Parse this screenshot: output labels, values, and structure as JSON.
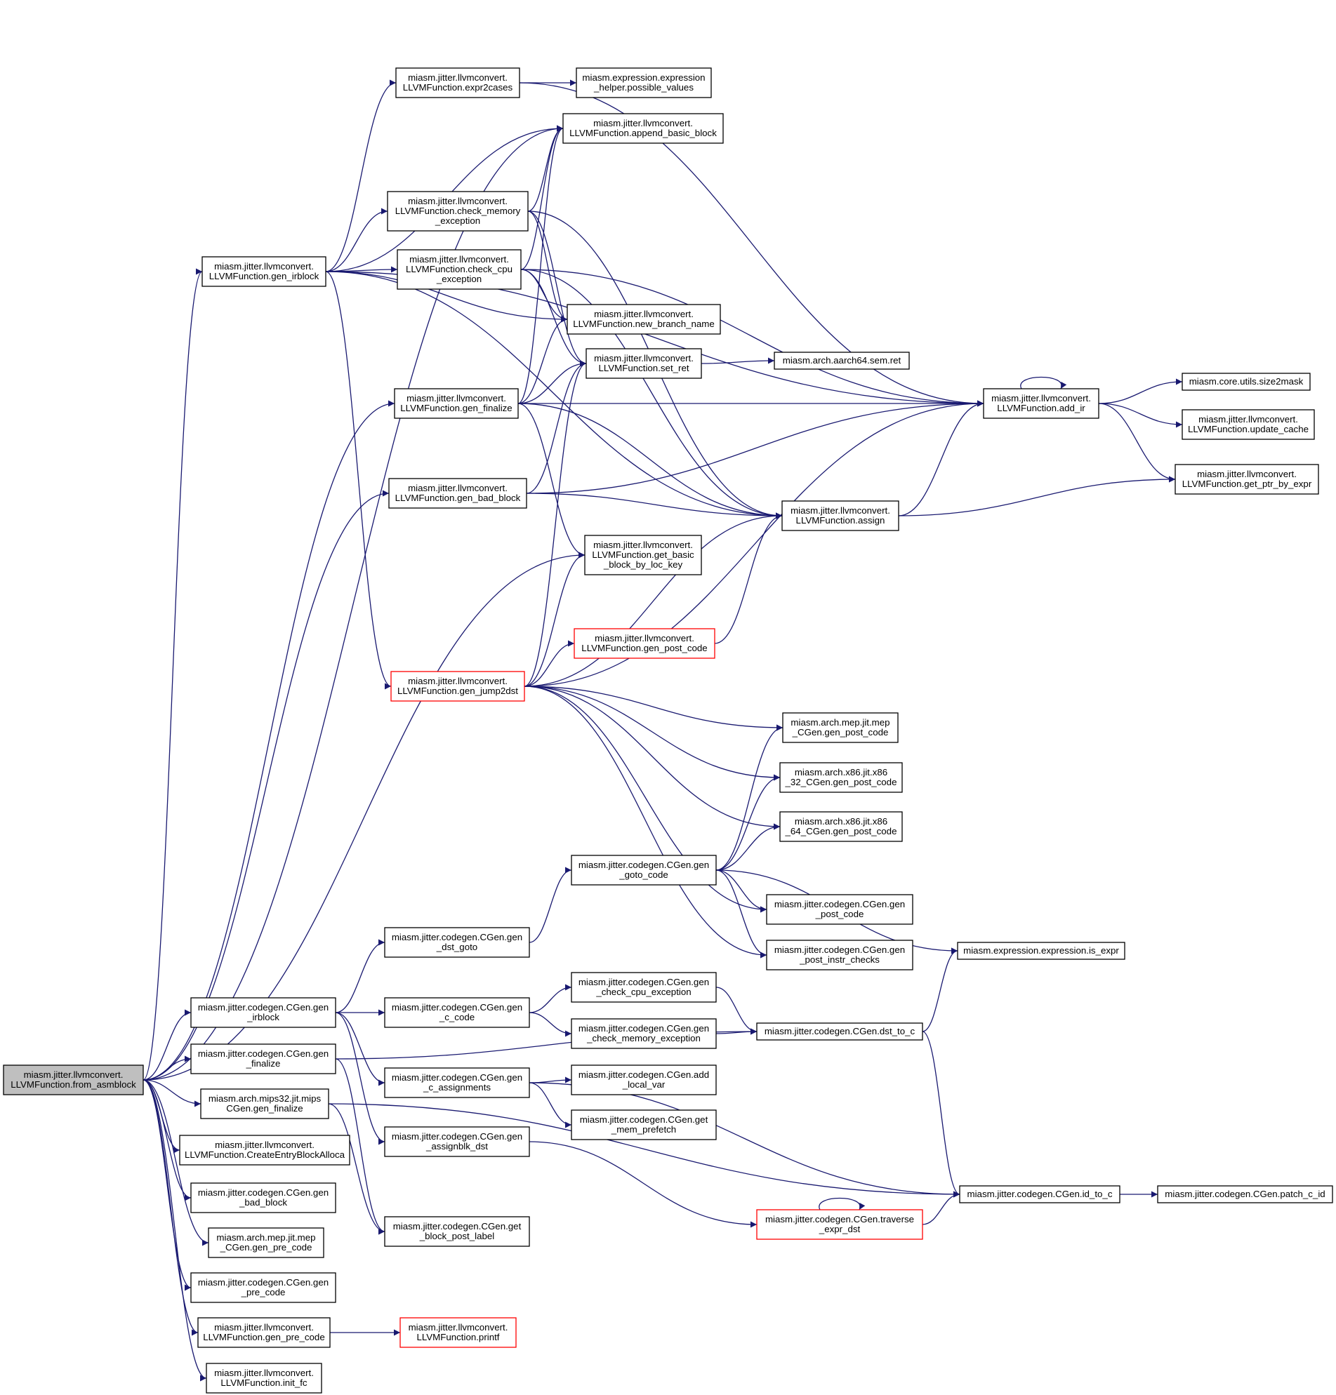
{
  "diagram": {
    "edge_color": "#191970",
    "highlight_color": "#ff0000",
    "root_fill": "#bfbfbf",
    "nodes": [
      {
        "id": "from_asmblock",
        "lines": [
          "miasm.jitter.llvmconvert.",
          "LLVMFunction.from_asmblock"
        ],
        "style": "root"
      },
      {
        "id": "gen_irblock_llvm",
        "lines": [
          "miasm.jitter.llvmconvert.",
          "LLVMFunction.gen_irblock"
        ]
      },
      {
        "id": "expr2cases",
        "lines": [
          "miasm.jitter.llvmconvert.",
          "LLVMFunction.expr2cases"
        ]
      },
      {
        "id": "possible_values",
        "lines": [
          "miasm.expression.expression",
          "_helper.possible_values"
        ]
      },
      {
        "id": "append_basic_block",
        "lines": [
          "miasm.jitter.llvmconvert.",
          "LLVMFunction.append_basic_block"
        ]
      },
      {
        "id": "check_memory_exception_llvm",
        "lines": [
          "miasm.jitter.llvmconvert.",
          "LLVMFunction.check_memory",
          "_exception"
        ]
      },
      {
        "id": "check_cpu_exception_llvm",
        "lines": [
          "miasm.jitter.llvmconvert.",
          "LLVMFunction.check_cpu",
          "_exception"
        ]
      },
      {
        "id": "new_branch_name",
        "lines": [
          "miasm.jitter.llvmconvert.",
          "LLVMFunction.new_branch_name"
        ]
      },
      {
        "id": "set_ret",
        "lines": [
          "miasm.jitter.llvmconvert.",
          "LLVMFunction.set_ret"
        ]
      },
      {
        "id": "aarch64_ret",
        "lines": [
          "miasm.arch.aarch64.sem.ret"
        ]
      },
      {
        "id": "gen_finalize_llvm",
        "lines": [
          "miasm.jitter.llvmconvert.",
          "LLVMFunction.gen_finalize"
        ]
      },
      {
        "id": "add_ir",
        "lines": [
          "miasm.jitter.llvmconvert.",
          "LLVMFunction.add_ir"
        ]
      },
      {
        "id": "size2mask",
        "lines": [
          "miasm.core.utils.size2mask"
        ]
      },
      {
        "id": "update_cache",
        "lines": [
          "miasm.jitter.llvmconvert.",
          "LLVMFunction.update_cache"
        ]
      },
      {
        "id": "get_ptr_by_expr",
        "lines": [
          "miasm.jitter.llvmconvert.",
          "LLVMFunction.get_ptr_by_expr"
        ]
      },
      {
        "id": "gen_bad_block_llvm",
        "lines": [
          "miasm.jitter.llvmconvert.",
          "LLVMFunction.gen_bad_block"
        ]
      },
      {
        "id": "assign",
        "lines": [
          "miasm.jitter.llvmconvert.",
          "LLVMFunction.assign"
        ]
      },
      {
        "id": "get_basic_block_by_loc_key",
        "lines": [
          "miasm.jitter.llvmconvert.",
          "LLVMFunction.get_basic",
          "_block_by_loc_key"
        ]
      },
      {
        "id": "gen_post_code_llvm",
        "lines": [
          "miasm.jitter.llvmconvert.",
          "LLVMFunction.gen_post_code"
        ],
        "style": "red"
      },
      {
        "id": "gen_jump2dst",
        "lines": [
          "miasm.jitter.llvmconvert.",
          "LLVMFunction.gen_jump2dst"
        ],
        "style": "red"
      },
      {
        "id": "mep_gen_post_code",
        "lines": [
          "miasm.arch.mep.jit.mep",
          "_CGen.gen_post_code"
        ]
      },
      {
        "id": "x86_32_gen_post_code",
        "lines": [
          "miasm.arch.x86.jit.x86",
          "_32_CGen.gen_post_code"
        ]
      },
      {
        "id": "x86_64_gen_post_code",
        "lines": [
          "miasm.arch.x86.jit.x86",
          "_64_CGen.gen_post_code"
        ]
      },
      {
        "id": "gen_goto_code",
        "lines": [
          "miasm.jitter.codegen.CGen.gen",
          "_goto_code"
        ]
      },
      {
        "id": "cgen_gen_post_code",
        "lines": [
          "miasm.jitter.codegen.CGen.gen",
          "_post_code"
        ]
      },
      {
        "id": "gen_post_instr_checks",
        "lines": [
          "miasm.jitter.codegen.CGen.gen",
          "_post_instr_checks"
        ]
      },
      {
        "id": "is_expr",
        "lines": [
          "miasm.expression.expression.is_expr"
        ]
      },
      {
        "id": "gen_dst_goto",
        "lines": [
          "miasm.jitter.codegen.CGen.gen",
          "_dst_goto"
        ]
      },
      {
        "id": "cgen_gen_irblock",
        "lines": [
          "miasm.jitter.codegen.CGen.gen",
          "_irblock"
        ]
      },
      {
        "id": "gen_c_code",
        "lines": [
          "miasm.jitter.codegen.CGen.gen",
          "_c_code"
        ]
      },
      {
        "id": "gen_check_cpu_exception",
        "lines": [
          "miasm.jitter.codegen.CGen.gen",
          "_check_cpu_exception"
        ]
      },
      {
        "id": "gen_check_memory_exception",
        "lines": [
          "miasm.jitter.codegen.CGen.gen",
          "_check_memory_exception"
        ]
      },
      {
        "id": "dst_to_c",
        "lines": [
          "miasm.jitter.codegen.CGen.dst_to_c"
        ]
      },
      {
        "id": "cgen_gen_finalize",
        "lines": [
          "miasm.jitter.codegen.CGen.gen",
          "_finalize"
        ]
      },
      {
        "id": "gen_c_assignments",
        "lines": [
          "miasm.jitter.codegen.CGen.gen",
          "_c_assignments"
        ]
      },
      {
        "id": "add_local_var",
        "lines": [
          "miasm.jitter.codegen.CGen.add",
          "_local_var"
        ]
      },
      {
        "id": "get_mem_prefetch",
        "lines": [
          "miasm.jitter.codegen.CGen.get",
          "_mem_prefetch"
        ]
      },
      {
        "id": "mips32_gen_finalize",
        "lines": [
          "miasm.arch.mips32.jit.mips",
          "CGen.gen_finalize"
        ]
      },
      {
        "id": "gen_assignblk_dst",
        "lines": [
          "miasm.jitter.codegen.CGen.gen",
          "_assignblk_dst"
        ]
      },
      {
        "id": "create_entry_block_alloca",
        "lines": [
          "miasm.jitter.llvmconvert.",
          "LLVMFunction.CreateEntryBlockAlloca"
        ]
      },
      {
        "id": "id_to_c",
        "lines": [
          "miasm.jitter.codegen.CGen.id_to_c"
        ]
      },
      {
        "id": "patch_c_id",
        "lines": [
          "miasm.jitter.codegen.CGen.patch_c_id"
        ]
      },
      {
        "id": "traverse_expr_dst",
        "lines": [
          "miasm.jitter.codegen.CGen.traverse",
          "_expr_dst"
        ],
        "style": "red"
      },
      {
        "id": "cgen_gen_bad_block",
        "lines": [
          "miasm.jitter.codegen.CGen.gen",
          "_bad_block"
        ]
      },
      {
        "id": "get_block_post_label",
        "lines": [
          "miasm.jitter.codegen.CGen.get",
          "_block_post_label"
        ]
      },
      {
        "id": "mep_gen_pre_code",
        "lines": [
          "miasm.arch.mep.jit.mep",
          "_CGen.gen_pre_code"
        ]
      },
      {
        "id": "cgen_gen_pre_code",
        "lines": [
          "miasm.jitter.codegen.CGen.gen",
          "_pre_code"
        ]
      },
      {
        "id": "gen_pre_code_llvm",
        "lines": [
          "miasm.jitter.llvmconvert.",
          "LLVMFunction.gen_pre_code"
        ]
      },
      {
        "id": "printf",
        "lines": [
          "miasm.jitter.llvmconvert.",
          "LLVMFunction.printf"
        ],
        "style": "red"
      },
      {
        "id": "init_fc",
        "lines": [
          "miasm.jitter.llvmconvert.",
          "LLVMFunction.init_fc"
        ]
      }
    ],
    "edges": [
      [
        "from_asmblock",
        "gen_irblock_llvm"
      ],
      [
        "from_asmblock",
        "append_basic_block"
      ],
      [
        "from_asmblock",
        "gen_finalize_llvm"
      ],
      [
        "from_asmblock",
        "gen_bad_block_llvm"
      ],
      [
        "from_asmblock",
        "get_basic_block_by_loc_key"
      ],
      [
        "from_asmblock",
        "cgen_gen_irblock"
      ],
      [
        "from_asmblock",
        "cgen_gen_finalize"
      ],
      [
        "from_asmblock",
        "mips32_gen_finalize"
      ],
      [
        "from_asmblock",
        "create_entry_block_alloca"
      ],
      [
        "from_asmblock",
        "cgen_gen_bad_block"
      ],
      [
        "from_asmblock",
        "mep_gen_pre_code"
      ],
      [
        "from_asmblock",
        "cgen_gen_pre_code"
      ],
      [
        "from_asmblock",
        "gen_pre_code_llvm"
      ],
      [
        "from_asmblock",
        "init_fc"
      ],
      [
        "gen_irblock_llvm",
        "expr2cases"
      ],
      [
        "gen_irblock_llvm",
        "append_basic_block"
      ],
      [
        "gen_irblock_llvm",
        "check_memory_exception_llvm"
      ],
      [
        "gen_irblock_llvm",
        "check_cpu_exception_llvm"
      ],
      [
        "gen_irblock_llvm",
        "new_branch_name"
      ],
      [
        "gen_irblock_llvm",
        "add_ir"
      ],
      [
        "gen_irblock_llvm",
        "gen_jump2dst"
      ],
      [
        "gen_irblock_llvm",
        "assign"
      ],
      [
        "expr2cases",
        "possible_values"
      ],
      [
        "expr2cases",
        "add_ir"
      ],
      [
        "check_memory_exception_llvm",
        "append_basic_block"
      ],
      [
        "check_memory_exception_llvm",
        "new_branch_name"
      ],
      [
        "check_memory_exception_llvm",
        "set_ret"
      ],
      [
        "check_memory_exception_llvm",
        "assign"
      ],
      [
        "check_cpu_exception_llvm",
        "append_basic_block"
      ],
      [
        "check_cpu_exception_llvm",
        "new_branch_name"
      ],
      [
        "check_cpu_exception_llvm",
        "set_ret"
      ],
      [
        "check_cpu_exception_llvm",
        "add_ir"
      ],
      [
        "check_cpu_exception_llvm",
        "assign"
      ],
      [
        "set_ret",
        "aarch64_ret"
      ],
      [
        "gen_finalize_llvm",
        "append_basic_block"
      ],
      [
        "gen_finalize_llvm",
        "new_branch_name"
      ],
      [
        "gen_finalize_llvm",
        "set_ret"
      ],
      [
        "gen_finalize_llvm",
        "add_ir"
      ],
      [
        "gen_finalize_llvm",
        "assign"
      ],
      [
        "gen_finalize_llvm",
        "get_basic_block_by_loc_key"
      ],
      [
        "gen_bad_block_llvm",
        "set_ret"
      ],
      [
        "gen_bad_block_llvm",
        "add_ir"
      ],
      [
        "gen_bad_block_llvm",
        "assign"
      ],
      [
        "add_ir",
        "add_ir"
      ],
      [
        "add_ir",
        "size2mask"
      ],
      [
        "add_ir",
        "update_cache"
      ],
      [
        "add_ir",
        "get_ptr_by_expr"
      ],
      [
        "assign",
        "add_ir"
      ],
      [
        "assign",
        "get_ptr_by_expr"
      ],
      [
        "gen_post_code_llvm",
        "assign"
      ],
      [
        "gen_jump2dst",
        "set_ret"
      ],
      [
        "gen_jump2dst",
        "get_basic_block_by_loc_key"
      ],
      [
        "gen_jump2dst",
        "assign"
      ],
      [
        "gen_jump2dst",
        "gen_post_code_llvm"
      ],
      [
        "gen_jump2dst",
        "add_ir"
      ],
      [
        "gen_jump2dst",
        "mep_gen_post_code"
      ],
      [
        "gen_jump2dst",
        "x86_32_gen_post_code"
      ],
      [
        "gen_jump2dst",
        "x86_64_gen_post_code"
      ],
      [
        "gen_jump2dst",
        "cgen_gen_post_code"
      ],
      [
        "gen_jump2dst",
        "gen_post_instr_checks"
      ],
      [
        "gen_goto_code",
        "mep_gen_post_code"
      ],
      [
        "gen_goto_code",
        "x86_32_gen_post_code"
      ],
      [
        "gen_goto_code",
        "x86_64_gen_post_code"
      ],
      [
        "gen_goto_code",
        "cgen_gen_post_code"
      ],
      [
        "gen_goto_code",
        "gen_post_instr_checks"
      ],
      [
        "gen_goto_code",
        "is_expr"
      ],
      [
        "gen_dst_goto",
        "gen_goto_code"
      ],
      [
        "cgen_gen_irblock",
        "gen_dst_goto"
      ],
      [
        "cgen_gen_irblock",
        "gen_c_code"
      ],
      [
        "cgen_gen_irblock",
        "gen_c_assignments"
      ],
      [
        "cgen_gen_irblock",
        "gen_assignblk_dst"
      ],
      [
        "gen_c_code",
        "gen_check_cpu_exception"
      ],
      [
        "gen_c_code",
        "gen_check_memory_exception"
      ],
      [
        "gen_check_cpu_exception",
        "dst_to_c"
      ],
      [
        "gen_check_memory_exception",
        "dst_to_c"
      ],
      [
        "dst_to_c",
        "is_expr"
      ],
      [
        "dst_to_c",
        "id_to_c"
      ],
      [
        "cgen_gen_finalize",
        "dst_to_c"
      ],
      [
        "cgen_gen_finalize",
        "get_block_post_label"
      ],
      [
        "gen_c_assignments",
        "add_local_var"
      ],
      [
        "gen_c_assignments",
        "get_mem_prefetch"
      ],
      [
        "gen_c_assignments",
        "id_to_c"
      ],
      [
        "mips32_gen_finalize",
        "get_block_post_label"
      ],
      [
        "mips32_gen_finalize",
        "id_to_c"
      ],
      [
        "gen_assignblk_dst",
        "traverse_expr_dst"
      ],
      [
        "traverse_expr_dst",
        "traverse_expr_dst"
      ],
      [
        "traverse_expr_dst",
        "id_to_c"
      ],
      [
        "id_to_c",
        "patch_c_id"
      ],
      [
        "gen_pre_code_llvm",
        "printf"
      ]
    ]
  }
}
